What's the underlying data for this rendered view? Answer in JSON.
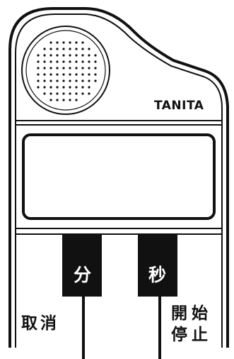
{
  "brand": {
    "name": "TANITA"
  },
  "buttons": {
    "minute": "分",
    "second": "秒",
    "cancel": "取消",
    "start_stop_line1": "開始",
    "start_stop_line2": "停止"
  },
  "colors": {
    "outline": "#111111",
    "body": "#ffffff",
    "key": "#111111",
    "key_text": "#ffffff"
  },
  "display": {
    "value": ""
  }
}
